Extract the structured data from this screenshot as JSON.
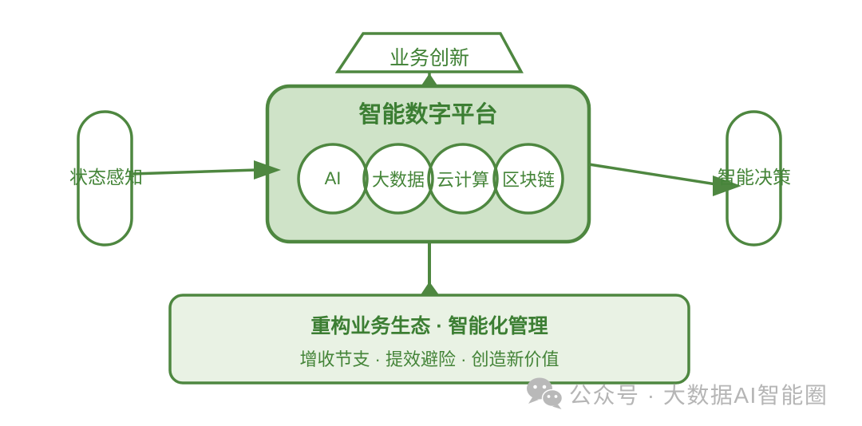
{
  "diagram": {
    "top_node": {
      "label": "业务创新"
    },
    "platform": {
      "title": "智能数字平台",
      "components": [
        {
          "label": "AI"
        },
        {
          "label": "大数据"
        },
        {
          "label": "云计算"
        },
        {
          "label": "区块链"
        }
      ]
    },
    "left_node": {
      "label": "状态感知"
    },
    "right_node": {
      "label": "智能决策"
    },
    "bottom_node": {
      "title": "重构业务生态 · 智能化管理",
      "subtitle": "增收节支 · 提效避险 · 创造新价值"
    }
  },
  "watermark": {
    "icon": "wechat-icon",
    "text": "公众号 · 大数据AI智能圈"
  },
  "colors": {
    "stroke_green": "#4e8740",
    "text_green": "#3f8034",
    "platform_fill": "#cfe3c8",
    "outcome_fill": "#e9f2e4",
    "node_fill": "#ffffff",
    "watermark_gray": "#b5b5b5"
  }
}
